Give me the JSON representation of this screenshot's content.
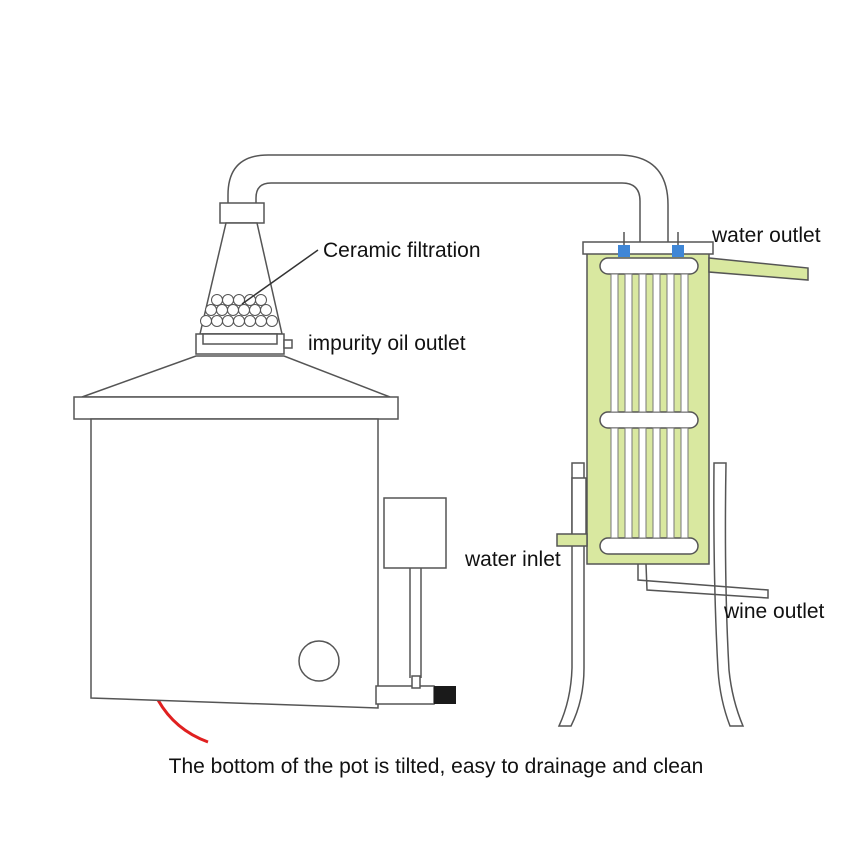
{
  "labels": {
    "ceramic_filtration": "Ceramic filtration",
    "impurity_oil_outlet": "impurity oil outlet",
    "water_outlet": "water outlet",
    "water_inlet": "water inlet",
    "wine_outlet": "wine outlet"
  },
  "caption": "The bottom of the pot is tilted, easy to drainage and clean",
  "colors": {
    "condenser_fill": "#d9e8a0",
    "fitting_blue": "#3f86d6",
    "drain_hose": "#e02020",
    "line": "#555555",
    "text": "#111111"
  }
}
